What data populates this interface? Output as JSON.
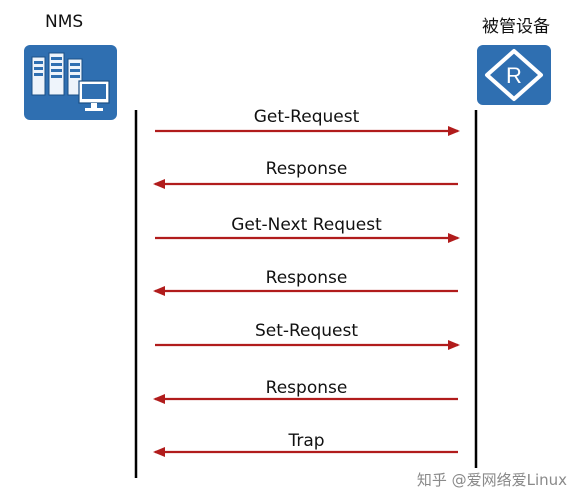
{
  "nms": {
    "label": "NMS",
    "icon": "server-monitor-icon"
  },
  "device": {
    "label": "被管设备",
    "icon": "router-icon",
    "icon_letter": "R"
  },
  "colors": {
    "arrow": "#b11c1c",
    "icon_bg": "#2f6fb1",
    "lifeline": "#000000"
  },
  "messages": [
    {
      "label": "Get-Request",
      "direction": "right"
    },
    {
      "label": "Response",
      "direction": "left"
    },
    {
      "label": "Get-Next Request",
      "direction": "right"
    },
    {
      "label": "Response",
      "direction": "left"
    },
    {
      "label": "Set-Request",
      "direction": "right"
    },
    {
      "label": "Response",
      "direction": "left"
    },
    {
      "label": "Trap",
      "direction": "left"
    }
  ],
  "watermark": "知乎 @爱网络爱Linux"
}
